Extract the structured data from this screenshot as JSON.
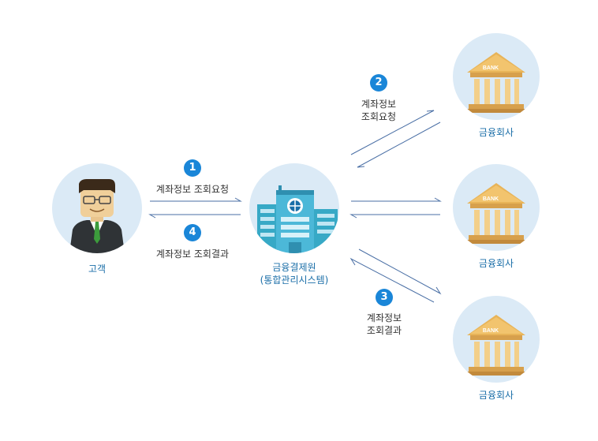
{
  "customer": {
    "label": "고객"
  },
  "hub": {
    "label_line1": "금융결제원",
    "label_line2": "(통합관리시스템)"
  },
  "banks": [
    {
      "label": "금융회사",
      "sign": "BANK"
    },
    {
      "label": "금융회사",
      "sign": "BANK"
    },
    {
      "label": "금융회사",
      "sign": "BANK"
    }
  ],
  "steps": [
    {
      "number": "1",
      "text": "계좌정보 조회요청"
    },
    {
      "number": "2",
      "line1": "계좌정보",
      "line2": "조회요청"
    },
    {
      "number": "3",
      "line1": "계좌정보",
      "line2": "조회결과"
    },
    {
      "number": "4",
      "text": "계좌정보 조회결과"
    }
  ],
  "colors": {
    "accent": "#1a86d8",
    "label": "#1a6ea8",
    "circle": "#dbeaf6",
    "arrow": "#4a6fa5"
  }
}
